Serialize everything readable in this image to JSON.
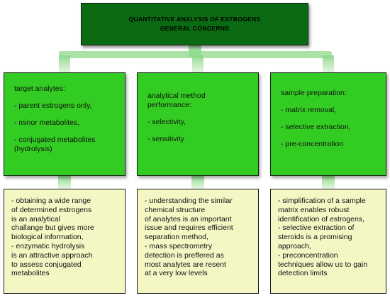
{
  "title": {
    "line1": "QUANTITATIVE ANALYSIS OF ESTROGENS",
    "line2": "GENERAL CONCERNS"
  },
  "concerns": [
    {
      "heading": "target analytes:",
      "items": [
        "- parent estrogens only,",
        "- minor metabolites,",
        "- conjugated metabolites",
        "(hydrolysis)"
      ]
    },
    {
      "heading": "analytical method",
      "heading2": "performance:",
      "items": [
        "- selectivity,",
        "- sensitivity"
      ]
    },
    {
      "heading": "sample preparation:",
      "items": [
        "- matrix removal,",
        "- selective extraction,",
        "- pre-concentration"
      ]
    }
  ],
  "notes": [
    {
      "lines": [
        "- obtaining a wide range",
        "of determined estrogens",
        "is an analytical",
        "challange but gives more",
        "biological information,",
        "- enzymatic hydrolysis",
        "is an attractive approach",
        "to assess conjugated",
        "metabolites"
      ]
    },
    {
      "lines": [
        "- understanding the similar",
        "chemical structure",
        "of analytes is an important",
        "issue and requires efficient",
        "separation method,",
        "- mass spectrometry",
        "detection is preffered as",
        "most analytes are resent",
        "at a very low levels"
      ]
    },
    {
      "lines": [
        "- simplification of a sample",
        "matrix enables robust",
        "identification of estrogens,",
        "- selective extraction of",
        "steroids is a promising",
        "approach,",
        "- preconcentration",
        "techniques allow us to gain",
        "detection limits"
      ]
    }
  ],
  "colors": {
    "title_bg": "#0b6b12",
    "concern_bg": "#33cc22",
    "note_bg": "#f4f7c4",
    "connector": "#8fd98a"
  }
}
